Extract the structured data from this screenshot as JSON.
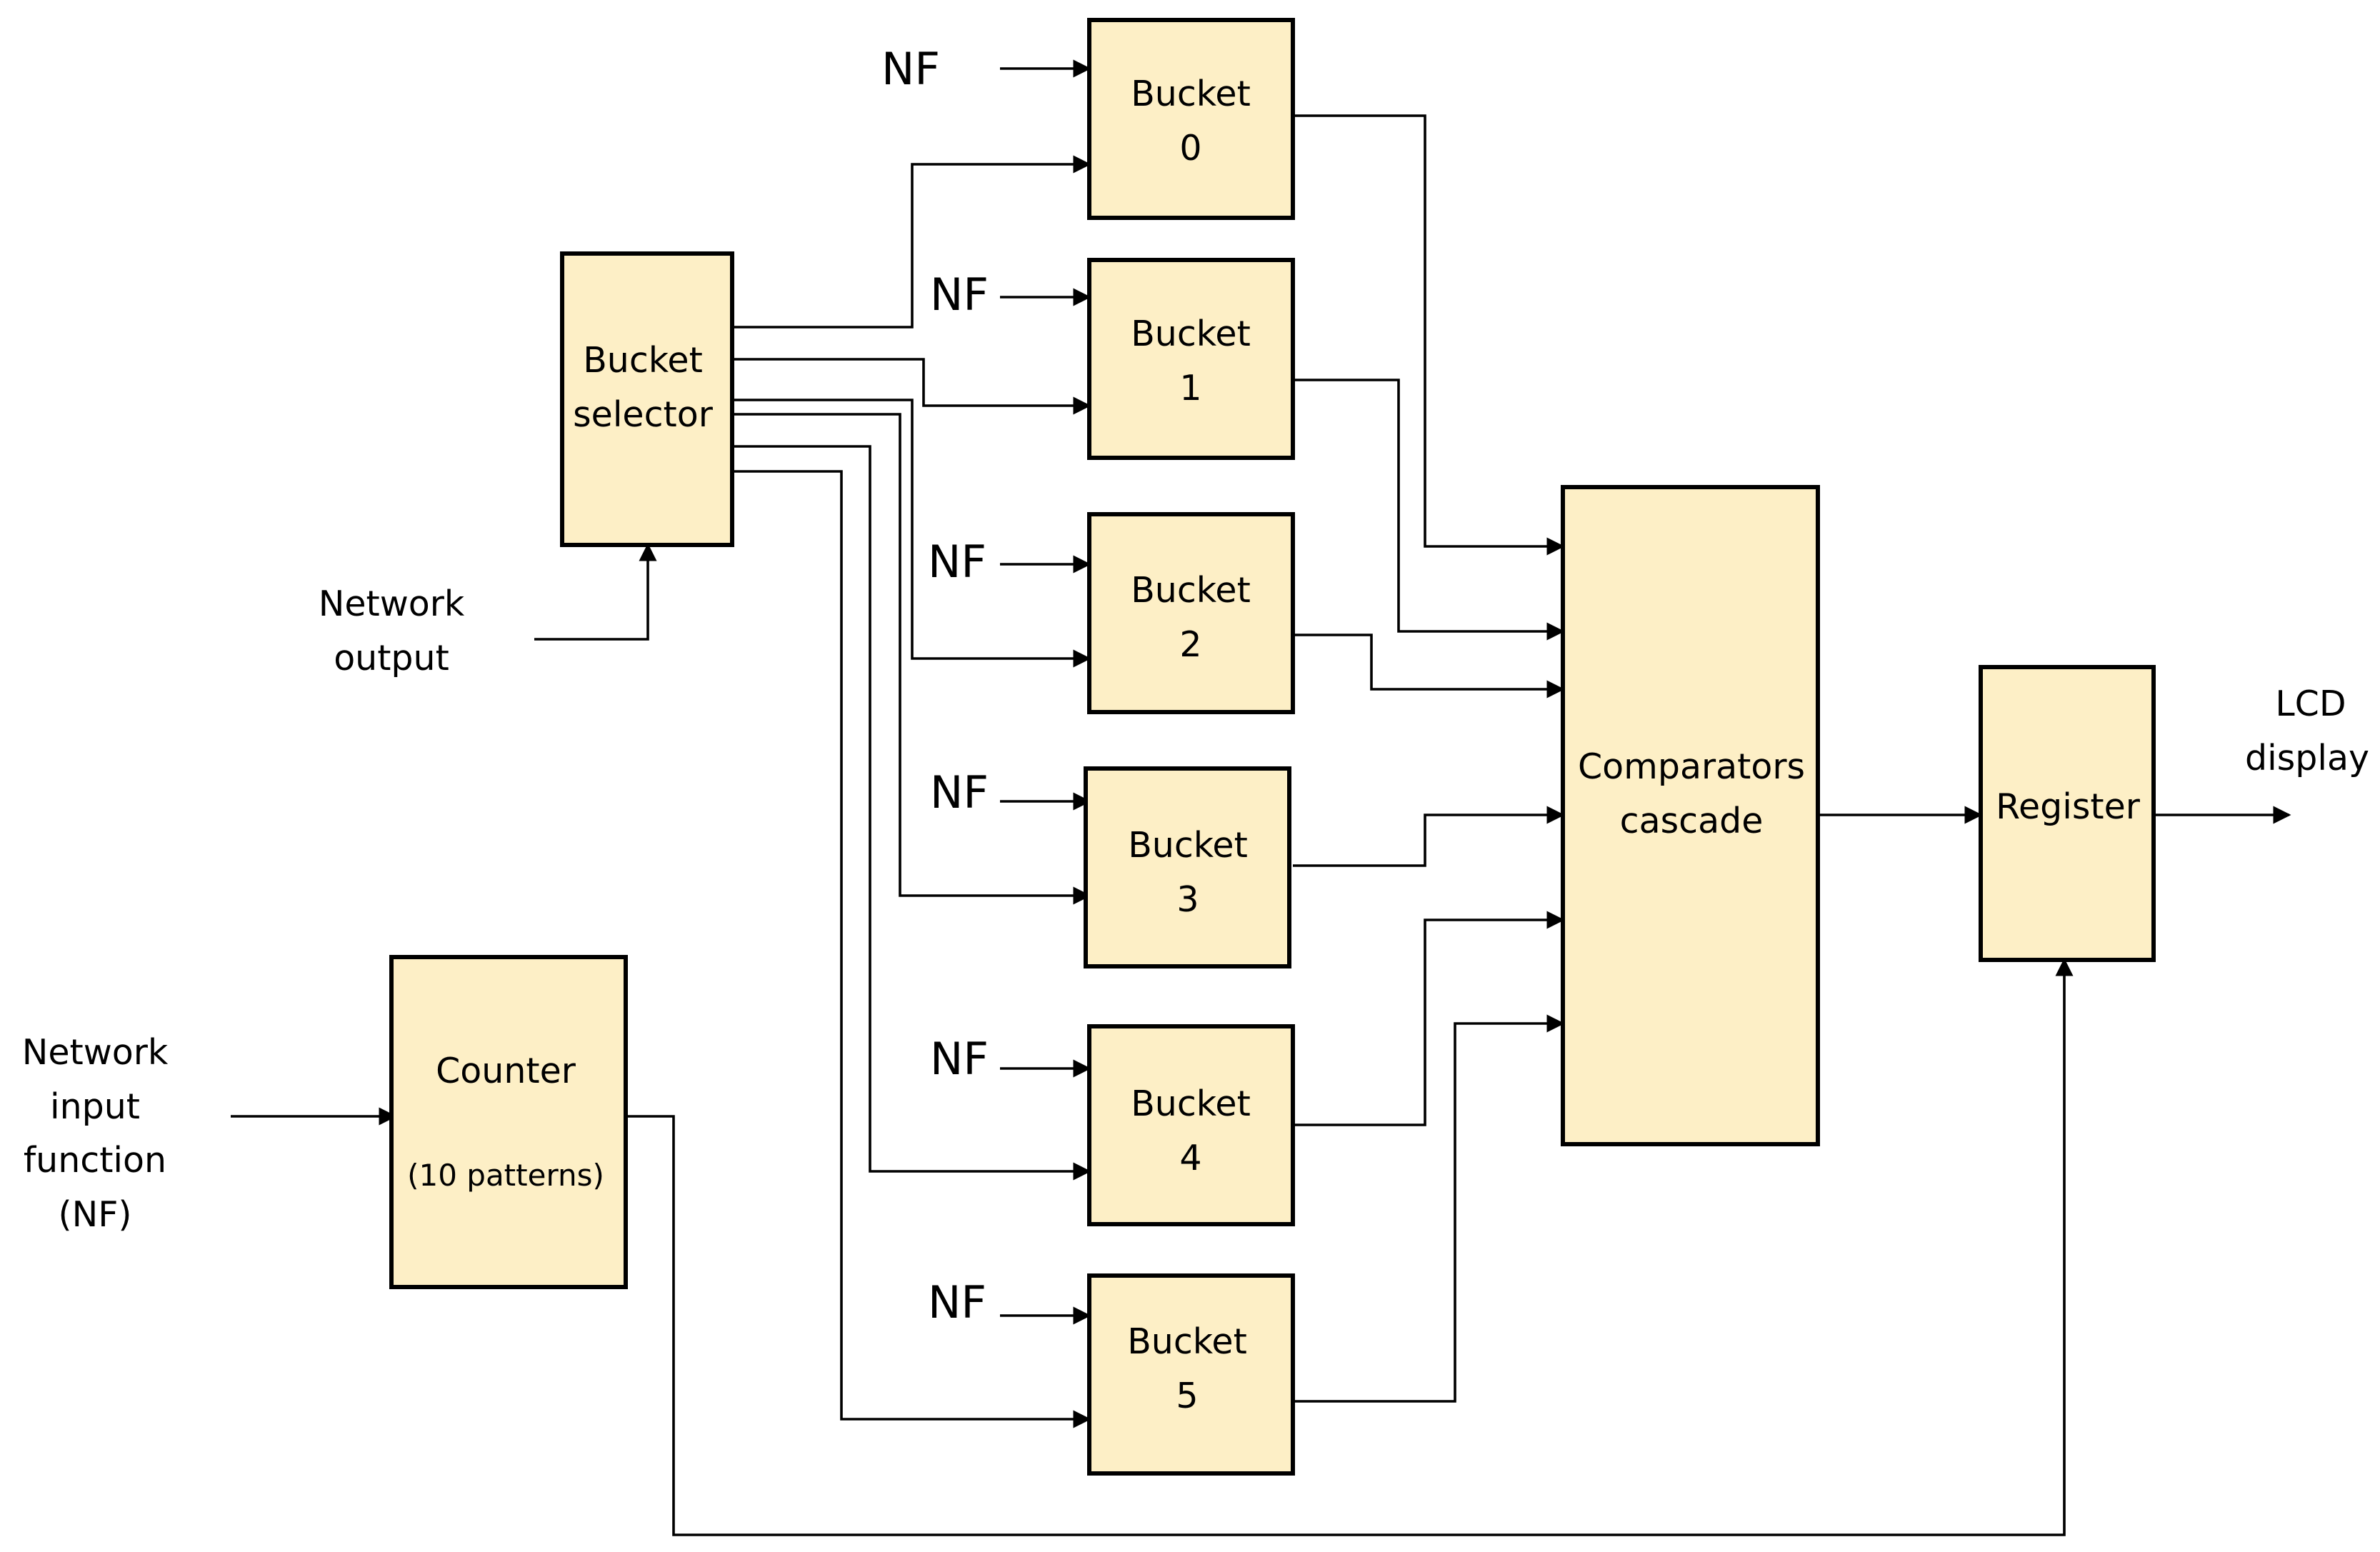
{
  "blocks": {
    "bucket_selector": [
      "Bucket",
      "selector"
    ],
    "buckets": [
      [
        "Bucket",
        "0"
      ],
      [
        "Bucket",
        "1"
      ],
      [
        "Bucket",
        "2"
      ],
      [
        "Bucket",
        "3"
      ],
      [
        "Bucket",
        "4"
      ],
      [
        "Bucket",
        "5"
      ]
    ],
    "comparators": [
      "Comparators",
      "cascade"
    ],
    "register": "Register",
    "counter": "Counter",
    "counter_note": "(10 patterns)"
  },
  "signals": {
    "nf": "NF",
    "network_output": [
      "Network",
      "output"
    ],
    "network_input": [
      "Network",
      "input",
      "function",
      "(NF)"
    ],
    "lcd_display": [
      "LCD",
      "display"
    ]
  }
}
